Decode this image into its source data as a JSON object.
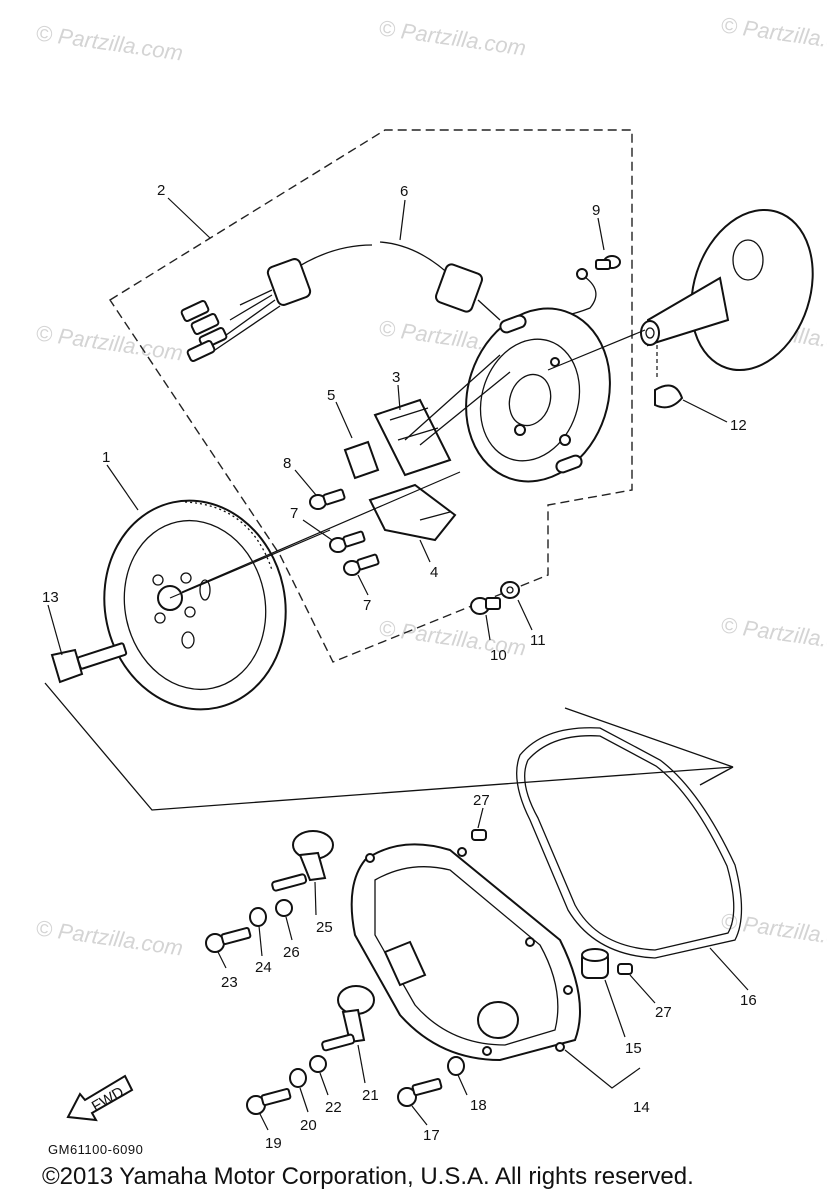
{
  "watermark": "© Partzilla.com",
  "diagram_code": "GM61100-6090",
  "copyright": "©2013 Yamaha Motor Corporation, U.S.A. All rights reserved.",
  "fwd_label": "FWD",
  "callouts": [
    "1",
    "2",
    "3",
    "4",
    "5",
    "6",
    "7",
    "7",
    "8",
    "9",
    "10",
    "11",
    "12",
    "13",
    "14",
    "15",
    "16",
    "17",
    "18",
    "19",
    "20",
    "21",
    "22",
    "23",
    "24",
    "25",
    "26",
    "27",
    "27"
  ]
}
